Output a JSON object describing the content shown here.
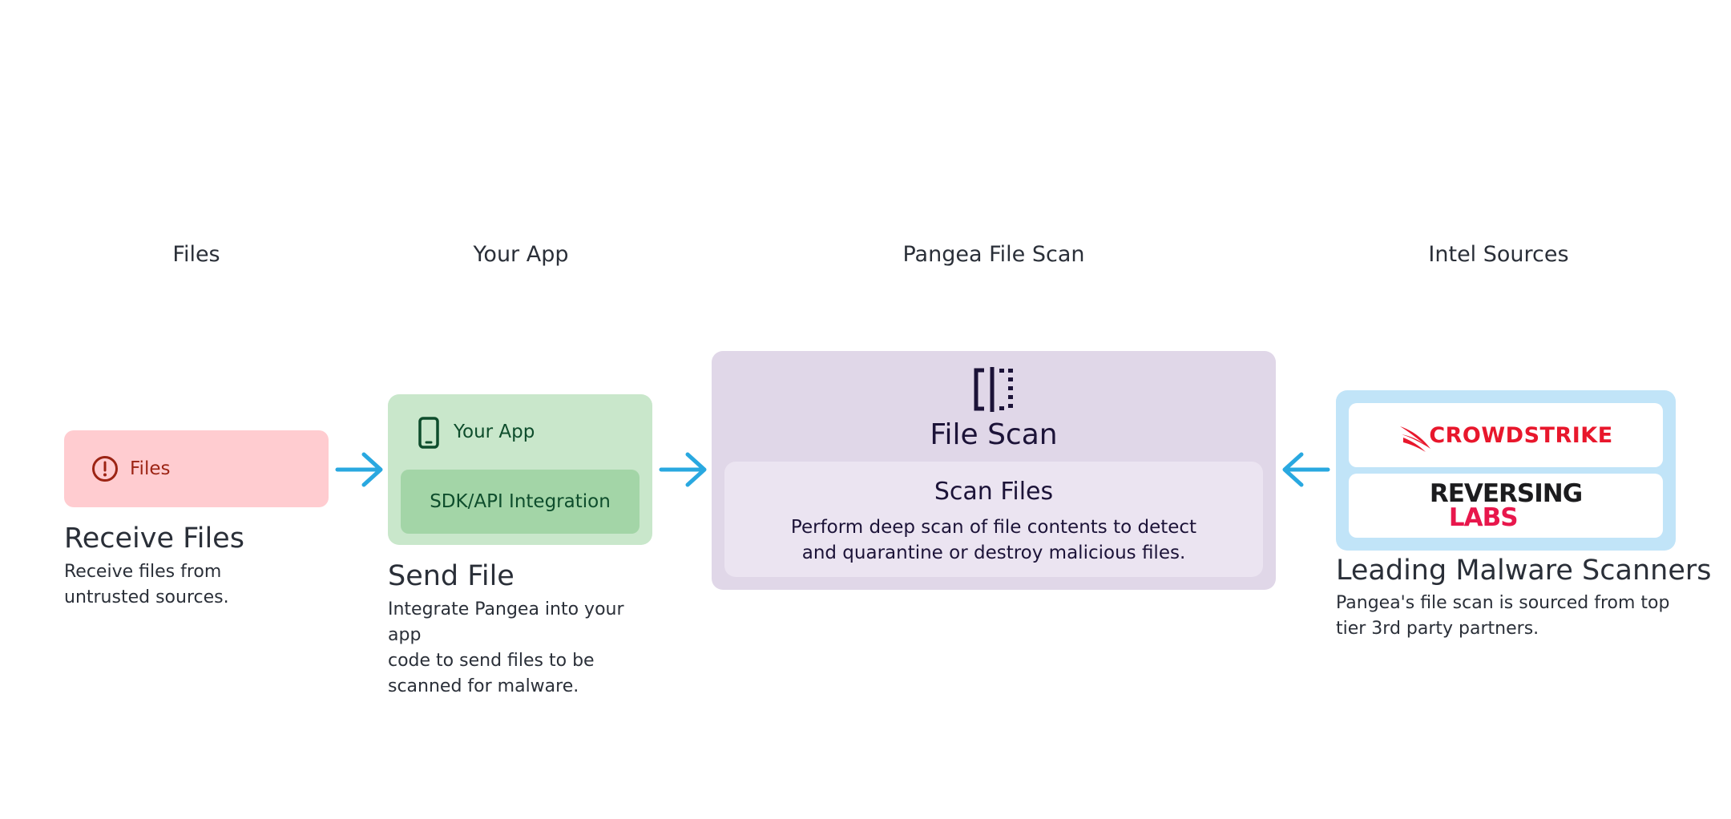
{
  "columns": {
    "files": "Files",
    "app": "Your App",
    "scan": "Pangea File Scan",
    "intel": "Intel Sources"
  },
  "files_box": {
    "label": "Files",
    "icon": "alert-circle-icon"
  },
  "receive": {
    "heading": "Receive Files",
    "desc_line1": "Receive files from",
    "desc_line2": "untrusted sources."
  },
  "app_box": {
    "label": "Your App",
    "icon": "smartphone-icon",
    "integration": "SDK/API Integration"
  },
  "send": {
    "heading": "Send File",
    "desc_line1": "Integrate Pangea into your app",
    "desc_line2": "code to send files to be",
    "desc_line3": "scanned for malware."
  },
  "scan_box": {
    "icon": "file-scan-icon",
    "title": "File Scan",
    "subtitle": "Scan Files",
    "desc_line1": "Perform deep scan of file contents to detect",
    "desc_line2": "and quarantine or destroy malicious files."
  },
  "intel_box": {
    "crowdstrike": "CROWDSTRIKE",
    "reversing_top": "REVERSING",
    "reversing_bottom": "LABS"
  },
  "leading": {
    "heading": "Leading Malware Scanners",
    "desc_line1": "Pangea's file scan is sourced from top",
    "desc_line2": "tier 3rd party partners."
  },
  "colors": {
    "arrow": "#29a8e0",
    "files_bg": "#ffccd0",
    "app_bg": "#c9e7cb",
    "scan_bg": "#e0d7e8",
    "intel_bg": "#c1e4f8",
    "crowdstrike_red": "#e8172c"
  }
}
